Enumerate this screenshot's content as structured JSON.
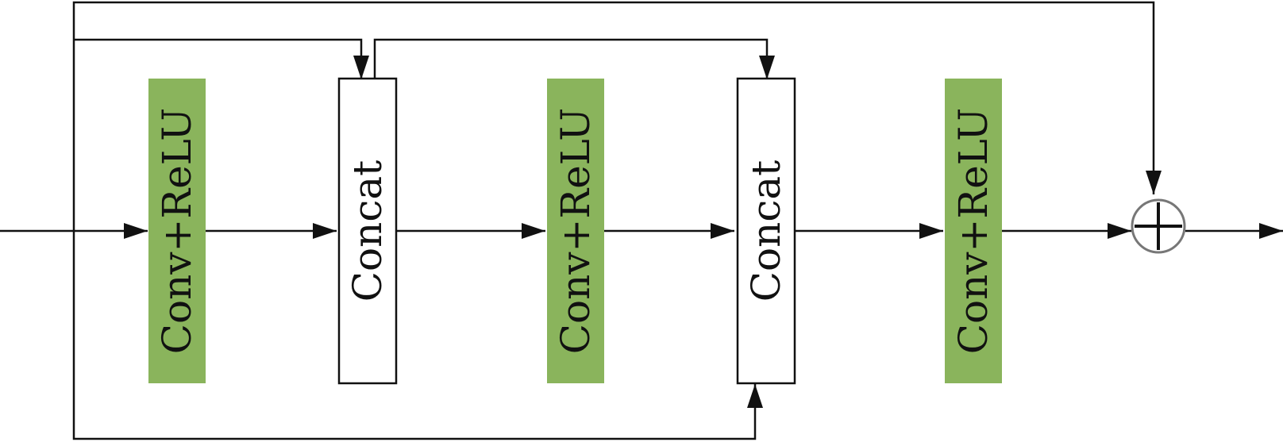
{
  "colors": {
    "conv_fill": "#8ab45c",
    "concat_fill": "#ffffff",
    "stroke": "#111111"
  },
  "blocks": [
    {
      "label": "Conv+ReLU",
      "kind": "conv"
    },
    {
      "label": "Concat",
      "kind": "concat"
    },
    {
      "label": "Conv+ReLU",
      "kind": "conv"
    },
    {
      "label": "Concat",
      "kind": "concat"
    },
    {
      "label": "Conv+ReLU",
      "kind": "conv"
    }
  ],
  "sum_node": {
    "icon": "plus-circle-icon"
  }
}
